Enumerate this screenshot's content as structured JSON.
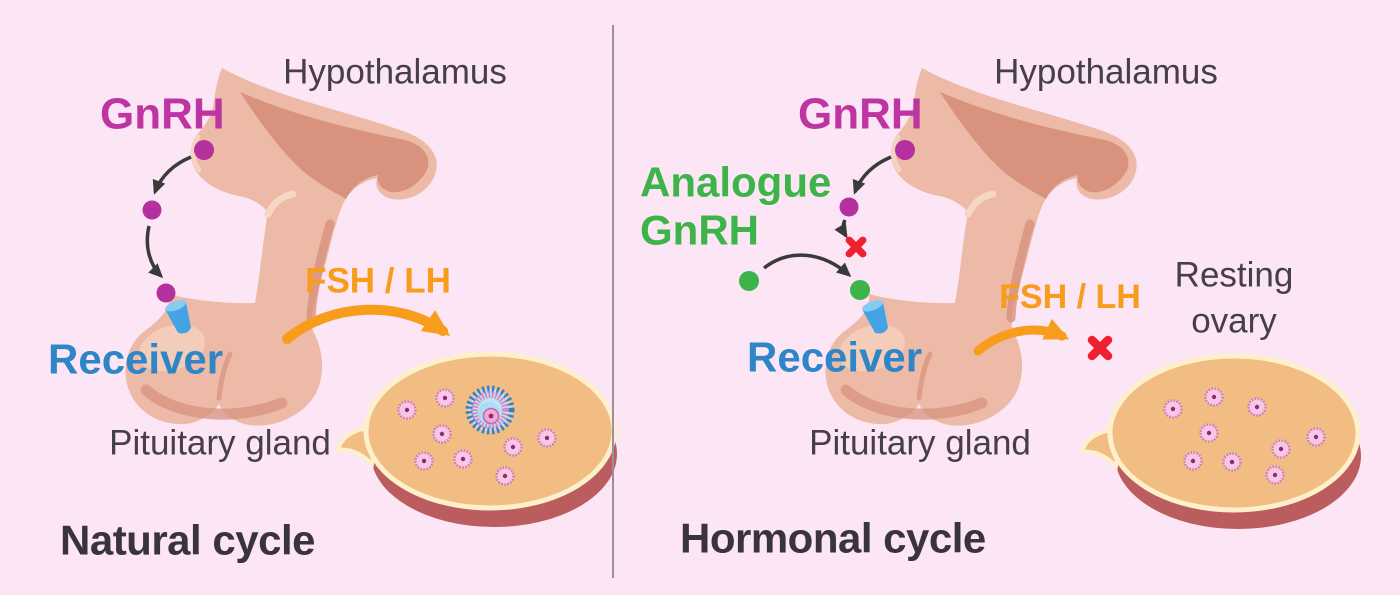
{
  "background_color": "#fce5f4",
  "divider_color": "#9c8fa0",
  "panels": {
    "left": {
      "title": "Natural cycle",
      "labels": {
        "hypothalamus": "Hypothalamus",
        "gnrh": "GnRH",
        "receiver": "Receiver",
        "fsh_lh": "FSH / LH",
        "pituitary_gland": "Pituitary gland"
      },
      "ovary": {
        "small_follicles": 8,
        "dominant_follicle": true
      }
    },
    "right": {
      "title": "Hormonal cycle",
      "labels": {
        "hypothalamus": "Hypothalamus",
        "gnrh": "GnRH",
        "analogue_gnrh": "Analogue\nGnRH",
        "receiver": "Receiver",
        "fsh_lh": "FSH / LH",
        "resting_ovary": "Resting\novary",
        "pituitary_gland": "Pituitary gland"
      },
      "ovary": {
        "small_follicles": 9,
        "dominant_follicle": false
      },
      "blocked_marks": 2
    }
  },
  "colors": {
    "gnrh_text": "#bd34a2",
    "analogue_text": "#3cb44a",
    "receiver_text": "#2e86c6",
    "fsh_lh_text": "#f89c1b",
    "heading_text": "#453f47",
    "title_text": "#39333b",
    "blocked_x": "#ee2130",
    "organ_body": "#ecbaa6",
    "organ_shade": "#d8927e",
    "ovary_body": "#f2bd82",
    "ovary_base": "#bb5c5e",
    "follicle": "#f6c8e6",
    "gnrh_dot": "#b4309e",
    "analogue_dot": "#3cb44a",
    "receiver_icon": "#45a2e4",
    "arrow": "#3a3a3a"
  }
}
